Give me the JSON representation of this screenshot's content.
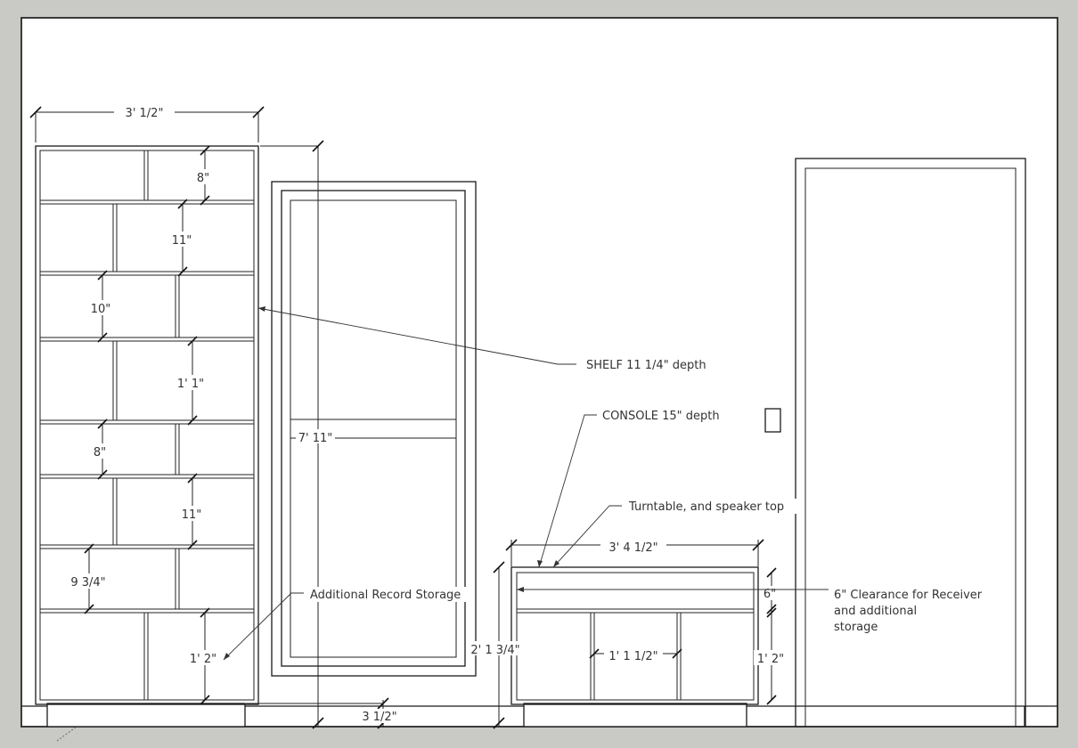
{
  "colors": {
    "background": "#c9c9c5",
    "paper": "#ffffff",
    "line": "#1a1a1a",
    "text": "#333333"
  },
  "dimensions": {
    "shelf_width": "3' 1/2\"",
    "shelf_cells": [
      "8\"",
      "11\"",
      "10\"",
      "1' 1\"",
      "8\"",
      "11\"",
      "9 3/4\"",
      "1' 2\""
    ],
    "total_height": "7' 11\"",
    "gap": "3 1/2\"",
    "console_width": "3' 4 1/2\"",
    "console_height": "2' 1 3/4\"",
    "console_top_gap": "6\"",
    "console_bottom_height": "1' 2\"",
    "console_center_width": "1' 1 1/2\""
  },
  "annotations": {
    "shelf_depth": "SHELF 11 1/4\" depth",
    "console_depth": "CONSOLE 15\" depth",
    "turntable": "Turntable, and speaker top",
    "record_storage": "Additional Record Storage",
    "clearance_line1": "6\" Clearance for Receiver",
    "clearance_line2": "and additional",
    "clearance_line3": "storage"
  }
}
